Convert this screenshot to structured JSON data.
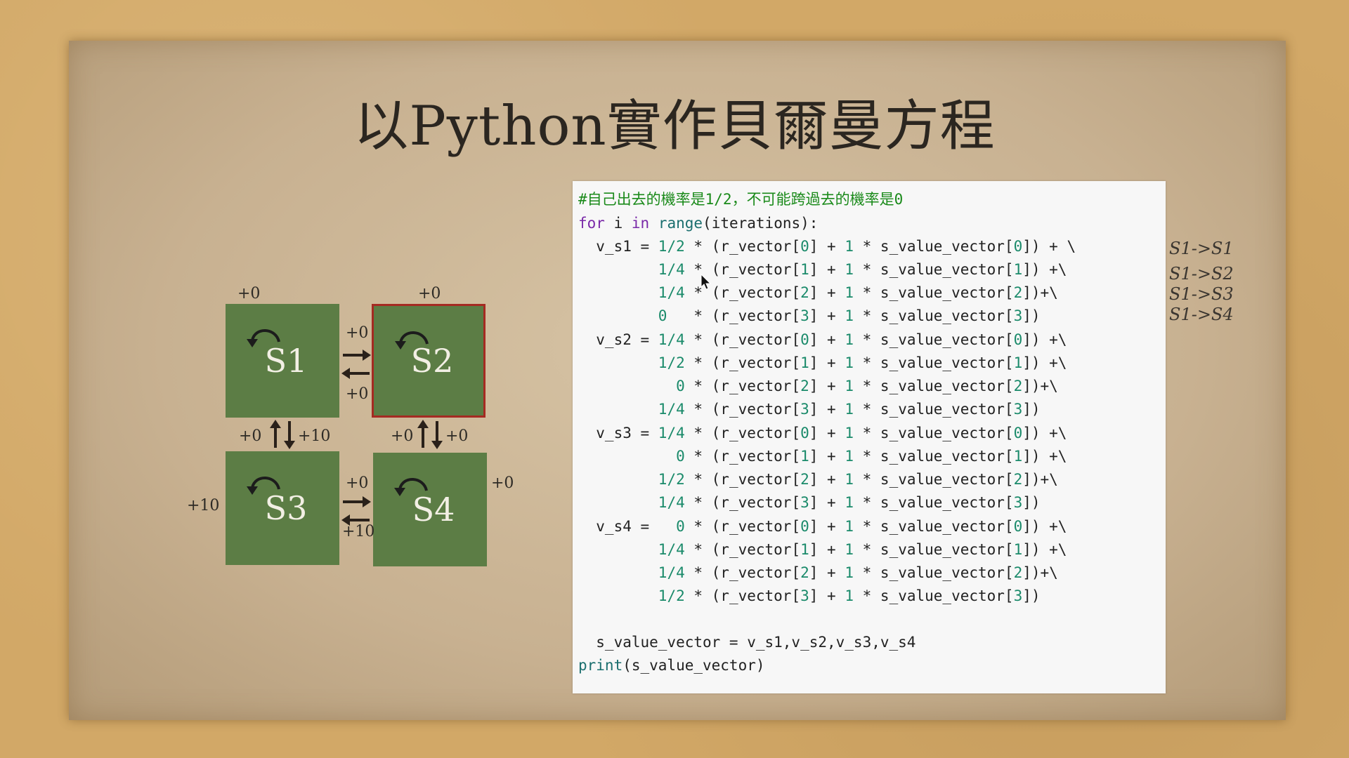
{
  "slide": {
    "title": "以Python實作貝爾曼方程"
  },
  "grid": {
    "states": [
      {
        "id": "S1",
        "label": "S1",
        "selected": false
      },
      {
        "id": "S2",
        "label": "S2",
        "selected": true
      },
      {
        "id": "S3",
        "label": "S3",
        "selected": false
      },
      {
        "id": "S4",
        "label": "S4",
        "selected": false
      }
    ],
    "rewards": {
      "s1_top": "+0",
      "s2_top": "+0",
      "s1_to_s2": "+0",
      "s2_to_s1": "+0",
      "s1_to_s3": "+0",
      "s3_to_s1": "+10",
      "s2_to_s4": "+0",
      "s4_to_s2": "+0",
      "s3_left": "+10",
      "s3_to_s4": "+0",
      "s4_to_s3": "+10",
      "s4_right": "+0"
    },
    "icons": {
      "loop": "self-loop-arrow-icon",
      "arrow": "transition-arrow-icon"
    },
    "colors": {
      "state_fill": "#5c7d45",
      "selected_border": "#a52a22"
    }
  },
  "code": {
    "comment": "#自己出去的機率是1/2，不可能跨過去的機率是0",
    "lines": [
      "for i in range(iterations):",
      "  v_s1 = 1/2 * (r_vector[0] + 1 * s_value_vector[0]) + \\",
      "         1/4 * (r_vector[1] + 1 * s_value_vector[1]) +\\",
      "         1/4 * (r_vector[2] + 1 * s_value_vector[2])+\\",
      "         0   * (r_vector[3] + 1 * s_value_vector[3])",
      "  v_s2 = 1/4 * (r_vector[0] + 1 * s_value_vector[0]) +\\",
      "         1/2 * (r_vector[1] + 1 * s_value_vector[1]) +\\",
      "           0 * (r_vector[2] + 1 * s_value_vector[2])+\\",
      "         1/4 * (r_vector[3] + 1 * s_value_vector[3])",
      "  v_s3 = 1/4 * (r_vector[0] + 1 * s_value_vector[0]) +\\",
      "           0 * (r_vector[1] + 1 * s_value_vector[1]) +\\",
      "         1/2 * (r_vector[2] + 1 * s_value_vector[2])+\\",
      "         1/4 * (r_vector[3] + 1 * s_value_vector[3])",
      "  v_s4 =   0 * (r_vector[0] + 1 * s_value_vector[0]) +\\",
      "         1/4 * (r_vector[1] + 1 * s_value_vector[1]) +\\",
      "         1/4 * (r_vector[2] + 1 * s_value_vector[2])+\\",
      "         1/2 * (r_vector[3] + 1 * s_value_vector[3])",
      "",
      "  s_value_vector = v_s1,v_s2,v_s3,v_s4",
      "print(s_value_vector)"
    ],
    "colors": {
      "comment": "#1a8a1a",
      "keyword": "#7a2aa8",
      "number": "#1a8a6a",
      "builtin": "#1a6e6e"
    }
  },
  "annotations": {
    "transitions": [
      "S1->S1",
      "S1->S2",
      "S1->S3",
      "S1->S4"
    ]
  },
  "cursor": {
    "icon": "mouse-cursor-icon"
  }
}
